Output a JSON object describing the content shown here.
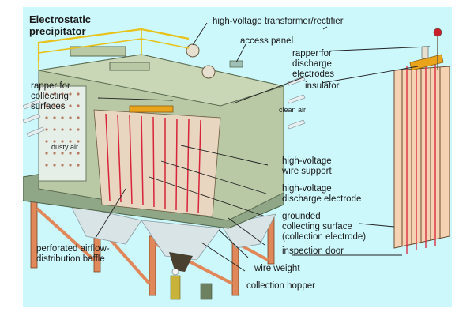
{
  "title": "Electrostatic precipitator",
  "title_lines": [
    "Electrostatic",
    "precipitator"
  ],
  "labels": {
    "transformer": "high-voltage transformer/rectifier",
    "access_panel": "access panel",
    "rapper_discharge_1": "rapper for",
    "rapper_discharge_2": "discharge",
    "rapper_discharge_3": "electrodes",
    "insulator": "insulator",
    "clean_air": "clean air",
    "rapper_collecting_1": "rapper for",
    "rapper_collecting_2": "collecting",
    "rapper_collecting_3": "surfaces",
    "dusty_air": "dusty air",
    "wire_support_1": "high-voltage",
    "wire_support_2": "wire support",
    "discharge_electrode_1": "high-voltage",
    "discharge_electrode_2": "discharge electrode",
    "grounded_1": "grounded",
    "grounded_2": "collecting surface",
    "grounded_3": "(collection electrode)",
    "inspection_door": "inspection door",
    "baffle_1": "perforated airflow-",
    "baffle_2": "distribution baffle",
    "wire_weight": "wire weight",
    "collection_hopper": "collection hopper"
  },
  "colors": {
    "background": "#ccf7fb",
    "housing": "#b9c9a6",
    "housing_dark": "#8fa687",
    "railing": "#e8c21a",
    "electrode_wire": "#d8233a",
    "collector_plate": "#f5d2b2",
    "support_beam": "#e0885a",
    "leader_line": "#222222"
  }
}
